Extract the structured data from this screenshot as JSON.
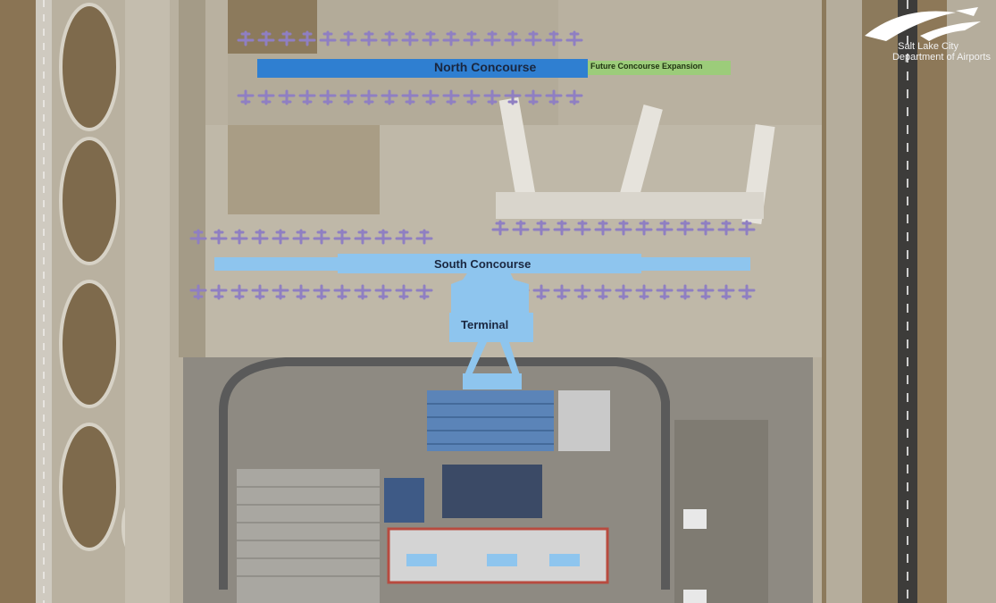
{
  "map": {
    "labels": {
      "north_concourse": "North Concourse",
      "future_expansion": "Future Concourse Expansion",
      "south_concourse": "South Concourse",
      "terminal": "Terminal"
    },
    "logo": {
      "line1": "Salt Lake City",
      "line2": "Department of Airports"
    },
    "colors": {
      "north_concourse": "#2f7fd1",
      "south_concourse": "#8ec5ee",
      "future_expansion": "#9ccc7a",
      "terminal": "#8ec5ee",
      "aircraft": "#8f7fc2"
    }
  }
}
